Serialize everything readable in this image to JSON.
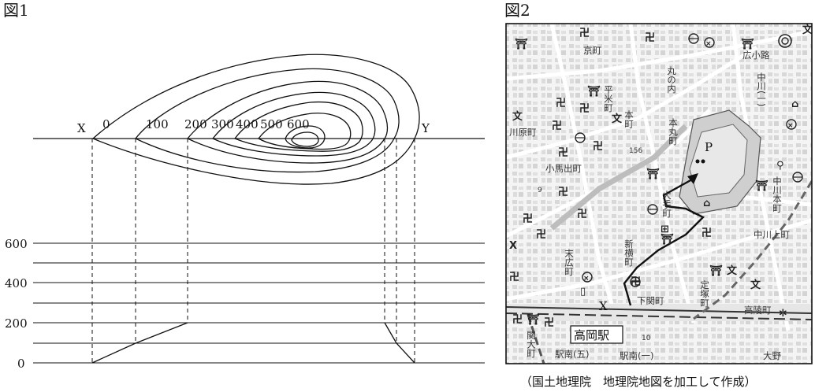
{
  "fig1": {
    "title": "図1",
    "endpoint_x": "X",
    "endpoint_y": "Y",
    "contour_labels": [
      "0",
      "100",
      "200",
      "300",
      "400",
      "500",
      "600"
    ],
    "y_axis_labels": [
      "600",
      "400",
      "200",
      "0"
    ]
  },
  "fig2": {
    "title": "図2",
    "point_label": "P",
    "station_label": "高岡駅",
    "x_marker": "X",
    "place_names_h": {
      "kyomachi": "京町",
      "hirokoji": "広小路",
      "kawaharamachi": "川原町",
      "komadecho": "小馬出町",
      "nakagawa_kamimachi": "中川上町",
      "shimosekimachi": "下関町",
      "takaryomachi": "高陵町",
      "ekiminami_go": "駅南(五)",
      "ekiminami_ichi": "駅南(一)",
      "ono": "大野"
    },
    "place_names_v": {
      "marunouchi": "丸の内",
      "nakagawa": "中川(一)",
      "heiyonmachi": "平米町",
      "honmachi": "本町",
      "honmarumachi": "本丸町",
      "nakagawa_honmachi": "中川本町",
      "otemachi": "大手町",
      "shinyokomachi": "新横町",
      "suehiromachi": "末広町",
      "jotsukamachi": "定塚町",
      "sekiomachi": "関大町"
    },
    "road_numbers": {
      "r156": "156",
      "r9": "9",
      "r10": "10"
    },
    "caption": "（国土地理院　地理院地図を加工して作成）"
  }
}
